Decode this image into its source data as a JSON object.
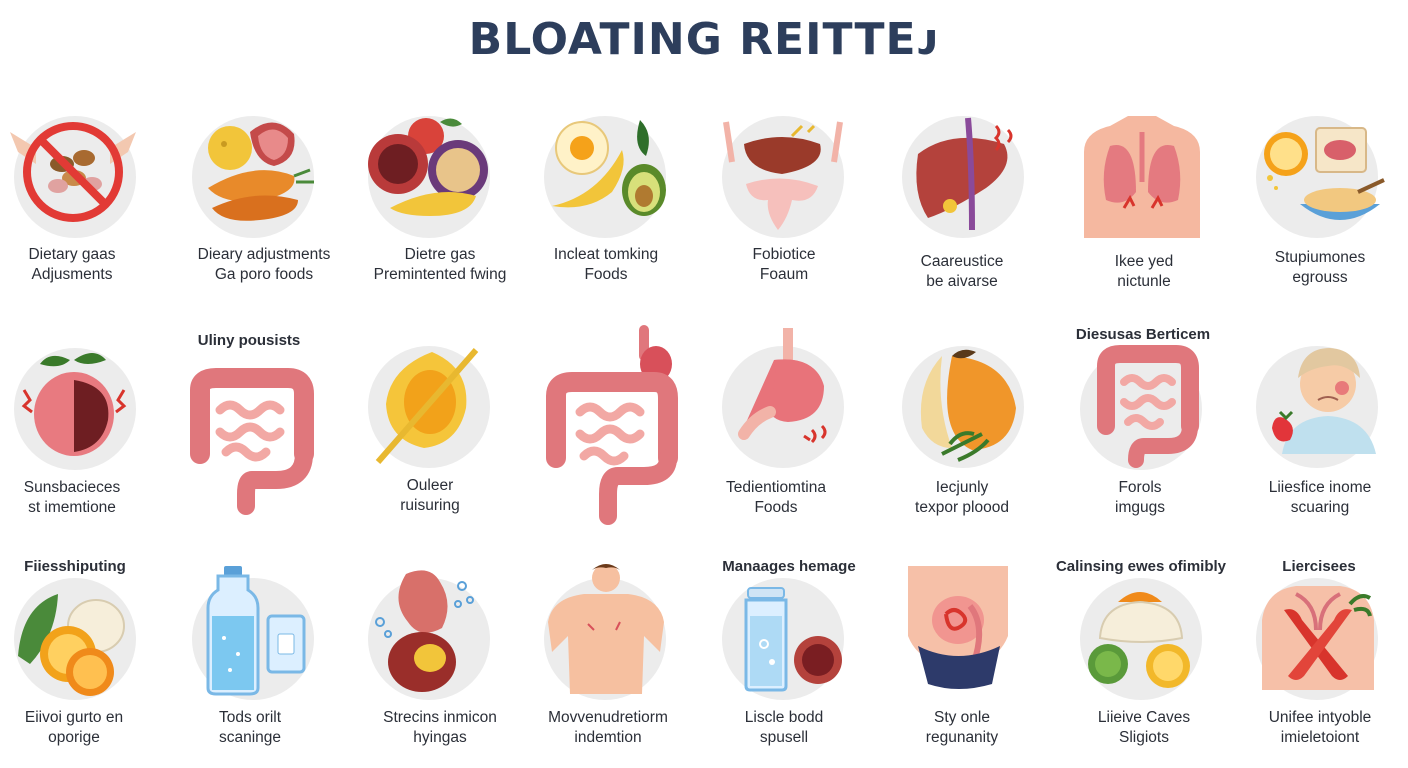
{
  "title": "BLOATING REITTEᴊ",
  "colors": {
    "title": "#2d3e5c",
    "circle": "#ececec",
    "text": "#2b2f38",
    "intestine": "#e0777c",
    "organ": "#b4423c",
    "orange": "#f0a030",
    "green": "#4a8a3a"
  },
  "row1": [
    {
      "label1": "Dietary gaas",
      "label2": "Adjusments",
      "icon": "no-beans-icon"
    },
    {
      "label1": "Dieary adjustments",
      "label2": "Ga poro foods",
      "icon": "fruits-vegetables-icon"
    },
    {
      "label1": "Dietre gas",
      "label2": "Premintented fwing",
      "icon": "fermented-fruit-icon"
    },
    {
      "label1": "Incleat tomking",
      "label2": "Foods",
      "icon": "egg-avocado-icon"
    },
    {
      "label1": "Fobiotice",
      "label2": "Foaum",
      "icon": "stomach-icon"
    },
    {
      "label1": "Caareustice",
      "label2": "be aivarse",
      "icon": "liver-icon"
    },
    {
      "label1": "Ikee yed",
      "label2": "nictunle",
      "icon": "torso-lungs-icon"
    },
    {
      "label1": "Stupiumones",
      "label2": "egrouss",
      "icon": "meal-bowl-icon"
    }
  ],
  "row2": [
    {
      "label1": "Sunsbacieces",
      "label2": "st imemtione",
      "icon": "pomegranate-icon"
    },
    {
      "top": "Uliny pousists",
      "label1": "",
      "label2": "",
      "icon": "colon-icon"
    },
    {
      "label1": "Ouleer",
      "label2": "ruisuring",
      "icon": "citrus-slice-icon"
    },
    {
      "label1": "",
      "label2": "",
      "icon": "digestive-tract-icon"
    },
    {
      "label1": "Tedientiomtina",
      "label2": "Foods",
      "icon": "stomach-pain-icon"
    },
    {
      "label1": "Iecjunly",
      "label2": "texpor ploood",
      "icon": "papaya-icon"
    },
    {
      "top": "Diesusas Berticem",
      "label1": "Forols",
      "label2": "imgugs",
      "icon": "intestine-icon"
    },
    {
      "label1": "Liiesfice inome",
      "label2": "scuaring",
      "icon": "sick-person-icon"
    }
  ],
  "row3": [
    {
      "top": "Fiiesshiputing",
      "label1": "Eiivoi gurto en",
      "label2": "oporige",
      "icon": "vegetables-icon"
    },
    {
      "label1": "Tods orilt",
      "label2": "scaninge",
      "icon": "water-bottle-icon"
    },
    {
      "label1": "Strecins inmicon",
      "label2": "hyingas",
      "icon": "gut-bubbles-icon"
    },
    {
      "label1": "Movvenudretiorm",
      "label2": "indemtion",
      "icon": "torso-icon"
    },
    {
      "top": "Manaages hemage",
      "label1": "Liscle bodd",
      "label2": "spusell",
      "icon": "probiotic-jar-icon"
    },
    {
      "label1": "Sty onle",
      "label2": "regunanity",
      "icon": "belly-pain-icon"
    },
    {
      "top": "Calinsing ewes ofimibly",
      "label1": "Liieive Caves",
      "label2": "Sligiots",
      "icon": "fruit-bowl-icon"
    },
    {
      "top": "Liercisees",
      "label1": "Unifee intyoble",
      "label2": "imieletoiont",
      "icon": "peppers-icon"
    }
  ]
}
